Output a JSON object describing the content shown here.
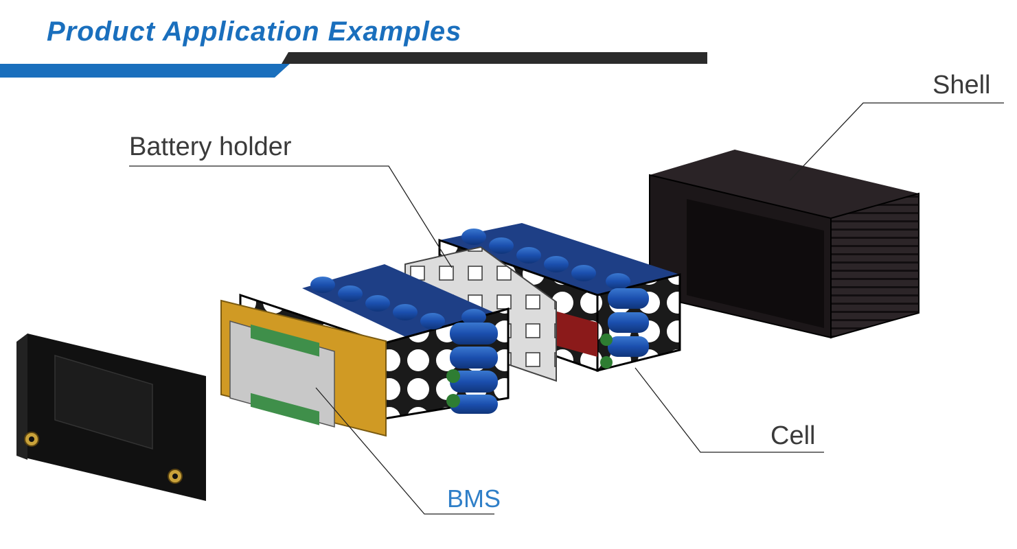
{
  "header": {
    "title": "Product Application Examples"
  },
  "labels": {
    "battery_holder": "Battery holder",
    "shell": "Shell",
    "cell": "Cell",
    "bms": "BMS"
  },
  "colors": {
    "accent_blue": "#1a6fbd",
    "header_dark": "#2b2b2b",
    "cell_blue": "#1b4fae",
    "pcb_gold": "#d09a24",
    "bms_label": "#2f7fc8",
    "shell_dark": "#1f1a1c"
  },
  "components": [
    "end-cap",
    "bms-board",
    "battery-holder-front",
    "cell-block-front",
    "battery-holder-back",
    "cell-block-back",
    "shell"
  ]
}
